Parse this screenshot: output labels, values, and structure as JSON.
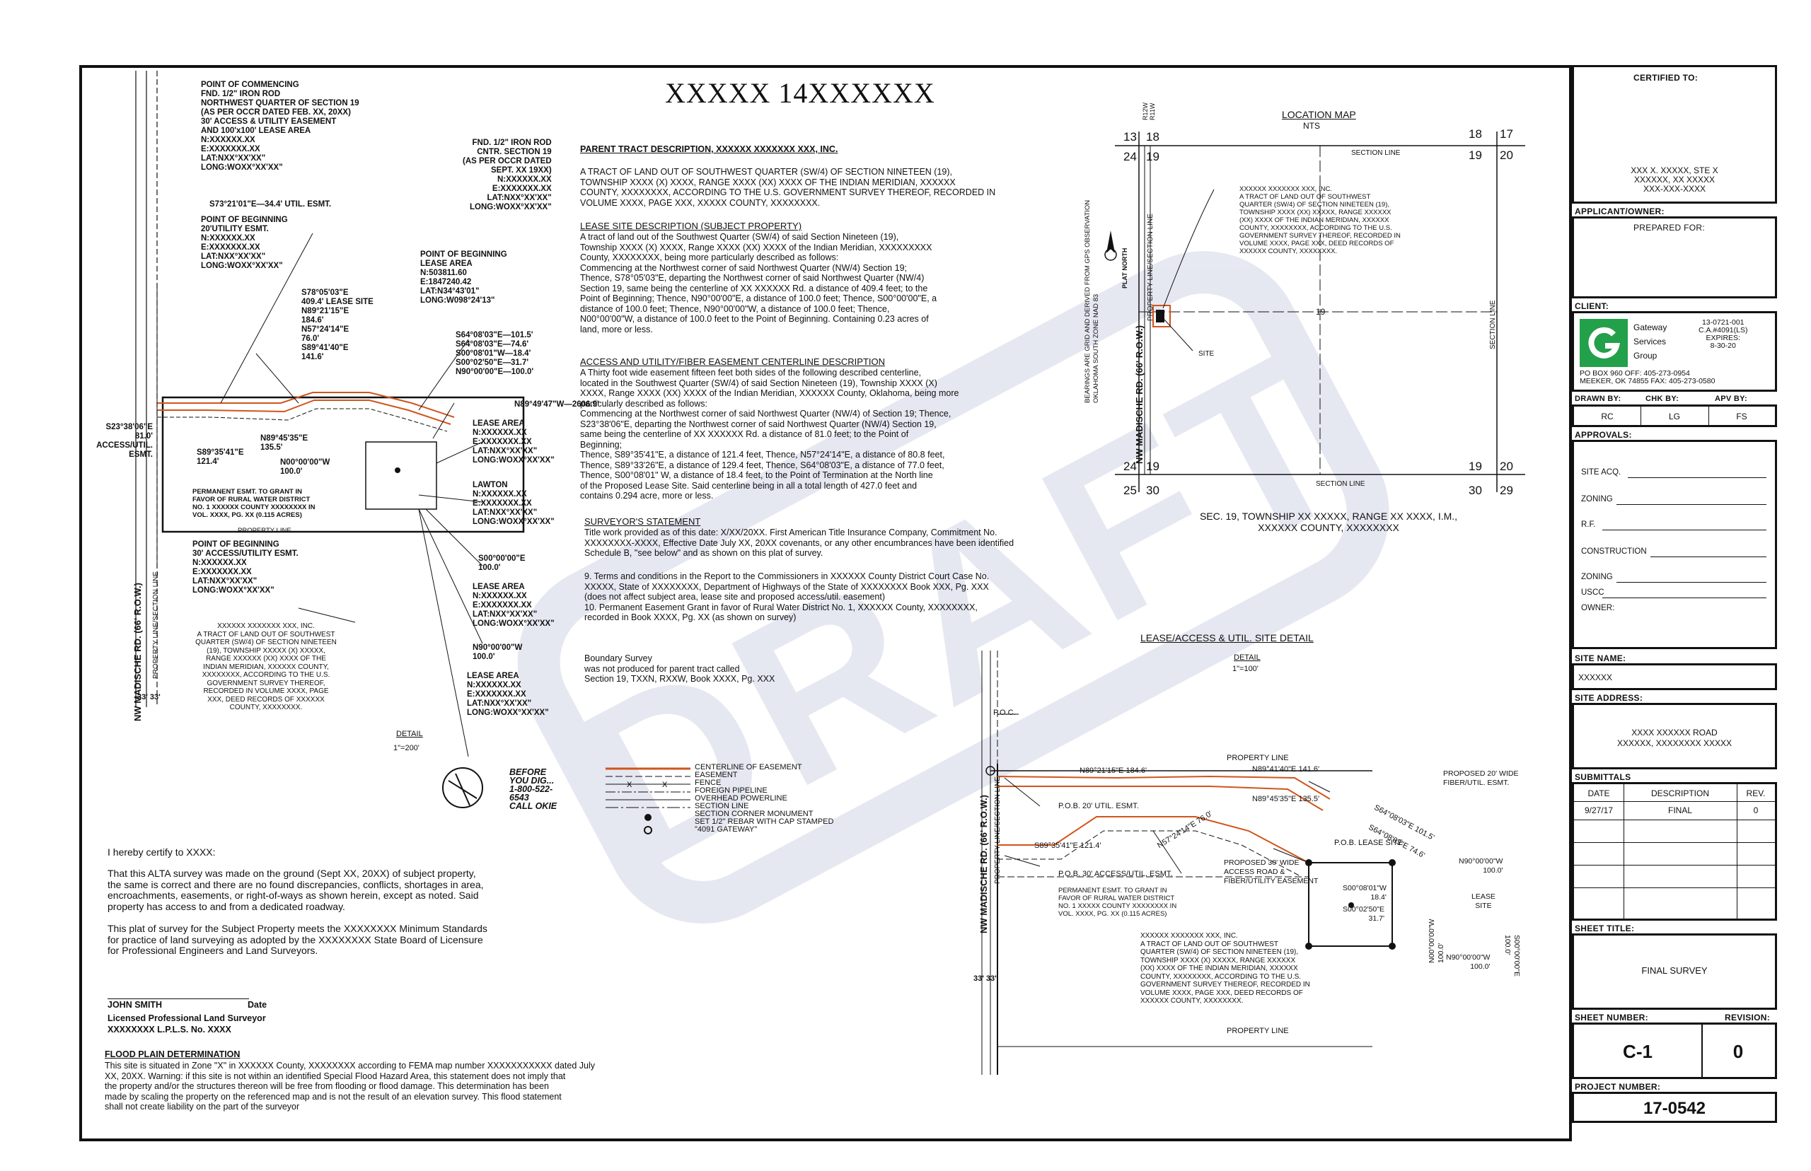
{
  "title": "XXXXX 14XXXXXX",
  "watermark": "DRAFT",
  "left_callouts": {
    "commencing": "POINT OF COMMENCING\nFND. 1/2\" IRON ROD\nNORTHWEST QUARTER OF SECTION 19\n(AS PER OCCR DATED FEB. XX, 20XX)\n30' ACCESS & UTILITY EASEMENT\nAND 100'x100' LEASE AREA\nN:XXXXXX.XX\nE:XXXXXXX.XX\nLAT:NXX°XX'XX\"\nLONG:WOXX°XX'XX\"",
    "util_esmt": "S73°21'01\"E—34.4' UTIL. ESMT.",
    "beginning_20": "POINT OF BEGINNING\n20'UTILITY ESMT.\nN:XXXXXX.XX\nE:XXXXXXX.XX\nLAT:NXX°XX'XX\"\nLONG:WOXX°XX'XX\"",
    "fnd_center": "FND. 1/2\" IRON ROD\nCNTR. SECTION 19\n(AS PER OCCR DATED\nSEPT. XX 19XX)\nN:XXXXXX.XX\nE:XXXXXXX.XX\nLAT:NXX°XX'XX\"\nLONG:WOXX°XX'XX\"",
    "beginning_lease": "POINT OF BEGINNING\nLEASE AREA\nN:503811.60\nE:1847240.42\nLAT:N34°43'01\"\nLONG:W098°24'13\"",
    "bearings_a": "S78°05'03\"E\n409.4' LEASE SITE\nN89°21'15\"E\n184.6'\nN57°24'14\"E\n76.0'\nS89°41'40\"E\n141.6'",
    "bearings_b": "S64°08'03\"E—101.5'\nS64°08'03\"E—74.6'\nS00°08'01\"W—18.4'\nS00°02'50\"E—31.7'\nN90°00'00\"E—100.0'",
    "n89": "N89°49'47\"W—2606.9'",
    "s23": "S23°38'06\"E\n81.0'\nACCESS/UTIL.\nESMT.",
    "s89_35": "S89°35'41\"E\n121.4'",
    "n89_45": "N89°45'35\"E\n135.5'",
    "n00": "N00°00'00\"W\n100.0'",
    "permanent": "PERMANENT ESMT. TO GRANT IN\nFAVOR OF RURAL WATER DISTRICT\nNO. 1 XXXXXX COUNTY XXXXXXXX IN\nVOL. XXXX, PG. XX (0.115 ACRES)",
    "property_line": "PROPERTY LINE",
    "beginning_30": "POINT OF BEGINNING\n30' ACCESS/UTILITY ESMT.\nN:XXXXXX.XX\nE:XXXXXXX.XX\nLAT:NXX°XX'XX\"\nLONG:WOXX°XX'XX\"",
    "lease_area_1": "LEASE AREA\nN:XXXXXX.XX\nE:XXXXXXX.XX\nLAT:NXX°XX'XX\"\nLONG:WOXX°XX'XX\"",
    "lawton": "LAWTON\nN:XXXXXX.XX\nE:XXXXXXX.XX\nLAT:NXX°XX'XX\"\nLONG:WOXX°XX'XX\"",
    "s00_100": "S00°00'00\"E\n100.0'",
    "lease_area_2": "LEASE AREA\nN:XXXXXX.XX\nE:XXXXXXX.XX\nLAT:NXX°XX'XX\"\nLONG:WOXX°XX'XX\"",
    "n90_100": "N90°00'00\"W\n100.0'",
    "lease_area_3": "LEASE AREA\nN:XXXXXX.XX\nE:XXXXXXX.XX\nLAT:NXX°XX'XX\"\nLONG:WOXX°XX'XX\"",
    "tract_desc": "XXXXXX XXXXXXX XXX, INC.\nA TRACT OF LAND OUT OF SOUTHWEST\nQUARTER (SW/4) OF SECTION NINETEEN\n(19), TOWNSHIP XXXXX (X) XXXXX,\nRANGE XXXXXX (XX) XXXX OF THE\nINDIAN MERIDIAN, XXXXXX COUNTY,\nXXXXXXXX, ACCORDING TO THE U.S.\nGOVERNMENT SURVEY THEREOF,\nRECORDED IN VOLUME XXXX, PAGE\nXXX, DEED RECORDS OF XXXXXX\nCOUNTY, XXXXXXXX.",
    "road": "NW MADISCHE RD. (66' R.O.W.)",
    "prop_sec_line": "PROPERTY LINE/SECTION LINE",
    "dims_33": "33'   33'",
    "detail": "DETAIL",
    "detail_scale": "1\"=200'",
    "dig": "BEFORE\nYOU DIG...\n1-800-522-6543\nCALL OKIE"
  },
  "legend": [
    "CENTERLINE OF EASEMENT",
    "EASEMENT",
    "FENCE",
    "FOREIGN PIPELINE",
    "OVERHEAD POWERLINE",
    "SECTION LINE",
    "SECTION CORNER MONUMENT",
    "SET 1/2\" REBAR WITH CAP STAMPED\n\"4091 GATEWAY\""
  ],
  "center_text": {
    "parent_h": "PARENT TRACT DESCRIPTION, XXXXXX XXXXXXX XXX, INC.",
    "parent": "A TRACT OF LAND OUT OF SOUTHWEST QUARTER (SW/4) OF SECTION NINETEEN (19),\nTOWNSHIP XXXX (X) XXXX, RANGE XXXX (XX) XXXX OF THE INDIAN MERIDIAN, XXXXXX\nCOUNTY, XXXXXXXX, ACCORDING TO THE U.S. GOVERNMENT SURVEY THEREOF, RECORDED IN\nVOLUME XXXX, PAGE XXX, XXXXX COUNTY, XXXXXXXX.",
    "lease_h": "LEASE SITE DESCRIPTION (SUBJECT PROPERTY)",
    "lease": "A tract of land out of the Southwest Quarter (SW/4) of said Section Nineteen (19),\nTownship XXXX (X) XXXX, Range XXXX (XX) XXXX of the Indian Meridian, XXXXXXXXX\nCounty, XXXXXXXX, being more particularly described as follows:\nCommencing at the Northwest corner of said Northwest Quarter (NW/4) Section 19;\nThence, S78°05'03\"E, departing the Northwest corner of said Northwest Quarter (NW/4)\nSection 19, same being the centerline of XX XXXXXX Rd. a distance of 409.4 feet; to the\nPoint of Beginning; Thence, N90°00'00\"E, a distance of 100.0 feet; Thence, S00°00'00\"E, a\ndistance of 100.0 feet; Thence, N90°00'00\"W, a distance of 100.0 feet; Thence,\nN00°00'00\"W, a distance of 100.0 feet to the Point of Beginning. Containing 0.23 acres of\nland, more or less.",
    "access_h": "ACCESS AND UTILITY/FIBER  EASEMENT CENTERLINE DESCRIPTION",
    "access": "A Thirty foot wide easement fifteen feet both sides of the following described centerline,\nlocated in the Southwest Quarter (SW/4) of said Section Nineteen (19), Township XXXX (X)\nXXXX, Range XXXX (XX) XXXX of the Indian Meridian, XXXXXX County, Oklahoma, being more\nparticularly described as follows:\nCommencing at the Northwest corner of said Northwest Quarter (NW/4) of Section 19; Thence,\nS23°38'06\"E, departing the Northwest corner of said Northwest Quarter (NW/4) Section 19,\nsame being the centerline of XX XXXXXX Rd. a distance of 81.0 feet; to the Point of\nBeginning;\nThence, S89°35'41\"E, a distance of 121.4 feet, Thence, N57°24'14\"E, a distance of 80.8 feet,\nThence, S89°33'26\"E, a distance of 129.4 feet, Thence, S64°08'03\"E, a distance of 77.0 feet,\nThence, S00°08'01\" W, a distance of 18.4 feet, to the Point of Termination at the North line\nof the Proposed Lease Site. Said centerline being in all a total length of 427.0 feet and\ncontains 0.294 acre, more or less.",
    "surveyor_h": "SURVEYOR'S STATEMENT",
    "surveyor": "Title work provided as of this date: X/XX/20XX. First American Title Insurance Company, Commitment No.\nXXXXXXXX-XXXX, Effective Date July XX, 20XX covenants, or any other encumbrances have been identified\nSchedule B, \"see below\" and as shown on this plat of survey.",
    "terms": "9.   Terms and conditions in the Report to the Commissioners in XXXXXX County District Court Case No.\n      XXXXX, State of XXXXXXXX, Department of Highways of the State of XXXXXXXX Book XXX, Pg. XXX\n      (does not affect subject area, lease site and proposed access/util. easement)\n10. Permanent Easement Grant in favor of Rural Water District No. 1, XXXXXX County, XXXXXXXX,\n      recorded in Book XXXX, Pg. XX (as shown on survey)",
    "boundary": "Boundary Survey\nwas not produced for parent tract called\nSection 19, TXXN, RXXW, Book XXXX, Pg. XXX",
    "certify_h": "I hereby certify to XXXX:",
    "certify": "That this ALTA survey was made on the ground (Sept XX, 20XX) of subject property,\nthe same is correct and there are no found discrepancies, conflicts, shortages in area,\nencroachments, easements, or right-of-ways as shown herein, except as noted. Said\nproperty has access to and from a dedicated roadway.",
    "plat": "This plat of survey for the Subject Property meets the XXXXXXXX Minimum Standards\nfor practice of land surveying as adopted by the XXXXXXXX State Board of Licensure\nfor Professional Engineers and Land Surveyors.",
    "surveyor_name": "JOHN SMITH",
    "date_label": "Date",
    "surveyor_title": "Licensed Professional Land Surveyor\nXXXXXXXX L.P.L.S. No. XXXX",
    "flood_h": "FLOOD PLAIN DETERMINATION",
    "flood": "This site is situated in Zone \"X\" in XXXXXX County, XXXXXXXX according to FEMA map number XXXXXXXXXXX dated July\nXX, 20XX. Warning: if this site is not within an identified Special Flood Hazard Area, this statement does not imply that\nthe property and/or the structures thereon will be free from flooding or flood damage. This determination has been\nmade by scaling the property on the referenced map and is not the result of an elevation survey.  This flood statement\nshall not create liability on the part of the surveyor"
  },
  "location_map": {
    "title": "LOCATION MAP",
    "nts": "NTS",
    "range_top": "R12W\nR11W",
    "nums_tl": [
      "13",
      "18",
      "24",
      "19"
    ],
    "nums_tr": [
      "18",
      "17",
      "19",
      "20"
    ],
    "nums_bl": [
      "24",
      "19",
      "25",
      "30"
    ],
    "nums_br": [
      "19",
      "20",
      "30",
      "29"
    ],
    "section_line": "SECTION LINE",
    "center_19": "19",
    "site": "SITE",
    "plat_north": "PLAT NORTH",
    "bearings_note": "BEARINGS ARE GRID AND DERIVED FROM GPS OBSERVATION\nOKLAHOMA SOUTH ZONE NAD 83",
    "road": "NW MADISCHE RD. (66' R.O.W.)",
    "prop_line": "PROPERTY LINE/SECTION LINE",
    "tract": "XXXXXX XXXXXXX XXX, INC.\nA TRACT OF LAND OUT OF SOUTHWEST\nQUARTER (SW/4) OF SECTION NINETEEN (19),\nTOWNSHIP XXXX (XX) XXXXX, RANGE XXXXXX\n(XX) XXXX OF THE INDIAN MERIDIAN, XXXXXX\nCOUNTY, XXXXXXXX, ACCORDING TO THE U.S.\nGOVERNMENT SURVEY THEREOF, RECORDED IN\nVOLUME XXXX, PAGE XXX, DEED RECORDS OF\nXXXXXX COUNTY, XXXXXXXX.",
    "caption": "SEC. 19, TOWNSHIP XX XXXXX, RANGE XX XXXX, I.M.,\nXXXXXX COUNTY, XXXXXXXX"
  },
  "site_detail": {
    "title": "LEASE/ACCESS & UTIL. SITE DETAIL",
    "detail": "DETAIL",
    "scale": "1\"=100'",
    "poc": "P.O.C.",
    "property_line": "PROPERTY LINE",
    "n89_21": "N89°21'15\"E 184.6'",
    "n89_41": "N89°41'40\"E 141.6'",
    "proposed_20": "PROPOSED 20' WIDE\nFIBER/UTIL. ESMT.",
    "pob_20": "P.O.B. 20' UTIL. ESMT.",
    "n89_45": "N89°45'35\"E 135.5'",
    "s64_101": "S64°08'03\"E 101.5'",
    "s64_74": "S64°08'03\"E 74.6'",
    "n57": "N57°24'14\"E 76.0'",
    "s89_35": "S89°35'41\"E 121.4'",
    "pob_lease": "P.O.B. LEASE SITE",
    "pob_30": "P.O.B. 30' ACCESS/UTIL. ESMT.",
    "proposed_30": "PROPOSED 30' WIDE\nACCESS ROAD &\nFIBER/UTILITY EASEMENT",
    "n90_top": "N90°00'00\"W\n100.0'",
    "permanent": "PERMANENT ESMT. TO GRANT IN\nFAVOR OF RURAL WATER DISTRICT\nNO. 1 XXXXX COUNTY XXXXXXXX IN\nVOL. XXXX, PG. XX (0.115 ACRES)",
    "s00_18": "S00°08'01\"W\n18.4'",
    "s00_31": "S00°02'50\"E\n31.7'",
    "lease_site": "LEASE\nSITE",
    "n00_vert": "N00°00'00\"W\n100.0'",
    "s00_vert": "S00°00'00\"E\n100.0'",
    "n90_bot": "N90°00'00\"W\n100.0'",
    "tract": "XXXXXX XXXXXXX XXX, INC.\nA TRACT OF LAND OUT OF SOUTHWEST\nQUARTER (SW/4) OF SECTION NINETEEN (19),\nTOWNSHIP XXXX (X) XXXXX, RANGE XXXXXX\n(XX) XXXX OF THE INDIAN MERIDIAN, XXXXXX\nCOUNTY, XXXXXXXX, ACCORDING TO THE U.S.\nGOVERNMENT SURVEY THEREOF, RECORDED IN\nVOLUME XXXX, PAGE XXX, DEED RECORDS OF\nXXXXXX COUNTY, XXXXXXXX.",
    "road": "NW MADISCHE RD. (66' R.O.W.)",
    "prop_sec": "PROPERTY LINE/SECTION LINE",
    "dims": "33'   33'",
    "prop_line_bottom": "PROPERTY LINE"
  },
  "title_block": {
    "certified_to": "CERTIFIED TO:",
    "certified_addr": "XXX X. XXXXX, STE X\nXXXXXX, XX XXXXX\nXXX-XXX-XXXX",
    "applicant": "APPLICANT/OWNER:",
    "prepared_for": "PREPARED FOR:",
    "client": "CLIENT:",
    "company": "Gateway\nServices\nGroup",
    "company_no": "13-0721-001\nC.A.#4091(LS)\nEXPIRES:\n8-30-20",
    "company_addr": "PO BOX 960    OFF: 405-273-0954\nMEEKER, OK 74855  FAX: 405-273-0580",
    "drawn_by": "DRAWN BY:",
    "chk_by": "CHK BY:",
    "apv_by": "APV BY:",
    "drawn_val": "RC",
    "chk_val": "LG",
    "apv_val": "FS",
    "approvals": "APPROVALS:",
    "approval_items": [
      "SITE ACQ.",
      "ZONING",
      "R.F.",
      "CONSTRUCTION",
      "ZONING",
      "USCC",
      "OWNER:"
    ],
    "site_name_label": "SITE NAME:",
    "site_name": "XXXXXX",
    "site_address_label": "SITE ADDRESS:",
    "site_address": "XXXX XXXXXX ROAD\nXXXXXX, XXXXXXXX XXXXX",
    "submittals": "SUBMITTALS",
    "sub_headers": [
      "DATE",
      "DESCRIPTION",
      "REV."
    ],
    "sub_rows": [
      [
        "9/27/17",
        "FINAL",
        "0"
      ]
    ],
    "sheet_title_label": "SHEET TITLE:",
    "sheet_title": "FINAL SURVEY",
    "sheet_number_label": "SHEET NUMBER:",
    "revision_label": "REVISION:",
    "sheet_number": "C-1",
    "revision": "0",
    "project_number_label": "PROJECT NUMBER:",
    "project_number": "17-0542"
  },
  "colors": {
    "ink": "#111111",
    "easement": "#d0551c",
    "watermark": "#b8c0d8",
    "brand": "#22a04a"
  }
}
